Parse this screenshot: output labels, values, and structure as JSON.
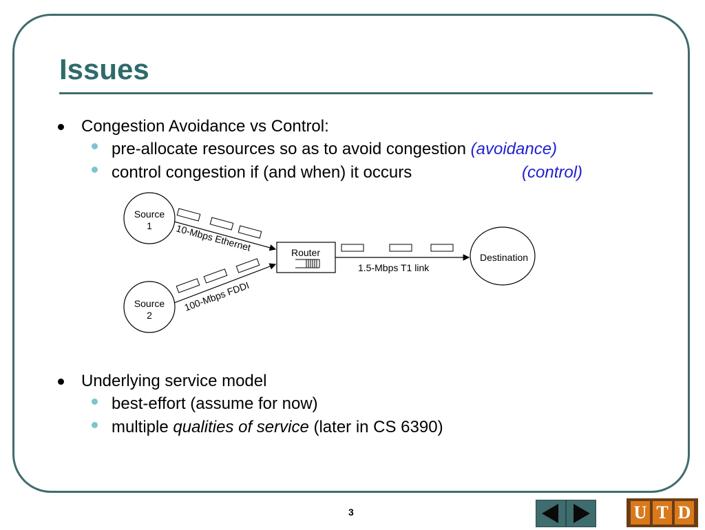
{
  "slide": {
    "title": "Issues",
    "page_number": "3"
  },
  "bullets": [
    {
      "text": "Congestion Avoidance vs Control:",
      "subs": [
        {
          "text": "pre-allocate resources so as to avoid congestion ",
          "tag": "(avoidance)"
        },
        {
          "text": "control congestion if (and when) it occurs",
          "tag": "(control)"
        }
      ]
    },
    {
      "text": "Underlying service model",
      "subs": [
        {
          "text": "best-effort (assume for now)"
        },
        {
          "pre": "multiple ",
          "italic": "qualities of service",
          "post": " (later in CS 6390)"
        }
      ]
    }
  ],
  "diagram": {
    "source1": {
      "line1": "Source",
      "line2": "1"
    },
    "source2": {
      "line1": "Source",
      "line2": "2"
    },
    "router": "Router",
    "destination": "Destination",
    "link1": "10-Mbps Ethernet",
    "link2": "100-Mbps FDDI",
    "link3": "1.5-Mbps T1 link"
  },
  "nav": {
    "prev_icon": "triangle-left-icon",
    "next_icon": "triangle-right-icon"
  },
  "logo": {
    "letters": [
      "U",
      "T",
      "D"
    ]
  },
  "colors": {
    "frame": "#3f6c6e",
    "title": "#2f6a6c",
    "accent_italic": "#1f1fd0",
    "sub_bullet": "#7ec3cf",
    "logo_bg": "#6b3d16",
    "logo_tile": "#d9791b"
  }
}
